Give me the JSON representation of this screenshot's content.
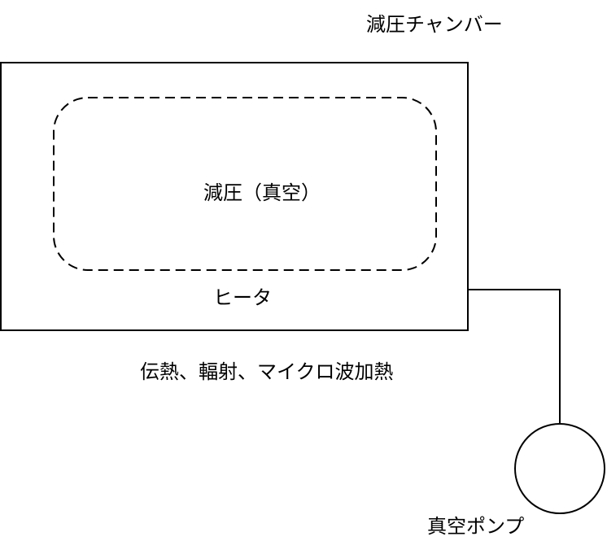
{
  "labels": {
    "chamber": "減圧チャンバー",
    "vacuum": "減圧（真空）",
    "heater": "ヒータ",
    "heating_methods": "伝熱、輻射、マイクロ波加熱",
    "pump": "真空ポンプ"
  },
  "colors": {
    "stroke": "#000000",
    "background": "#ffffff"
  }
}
